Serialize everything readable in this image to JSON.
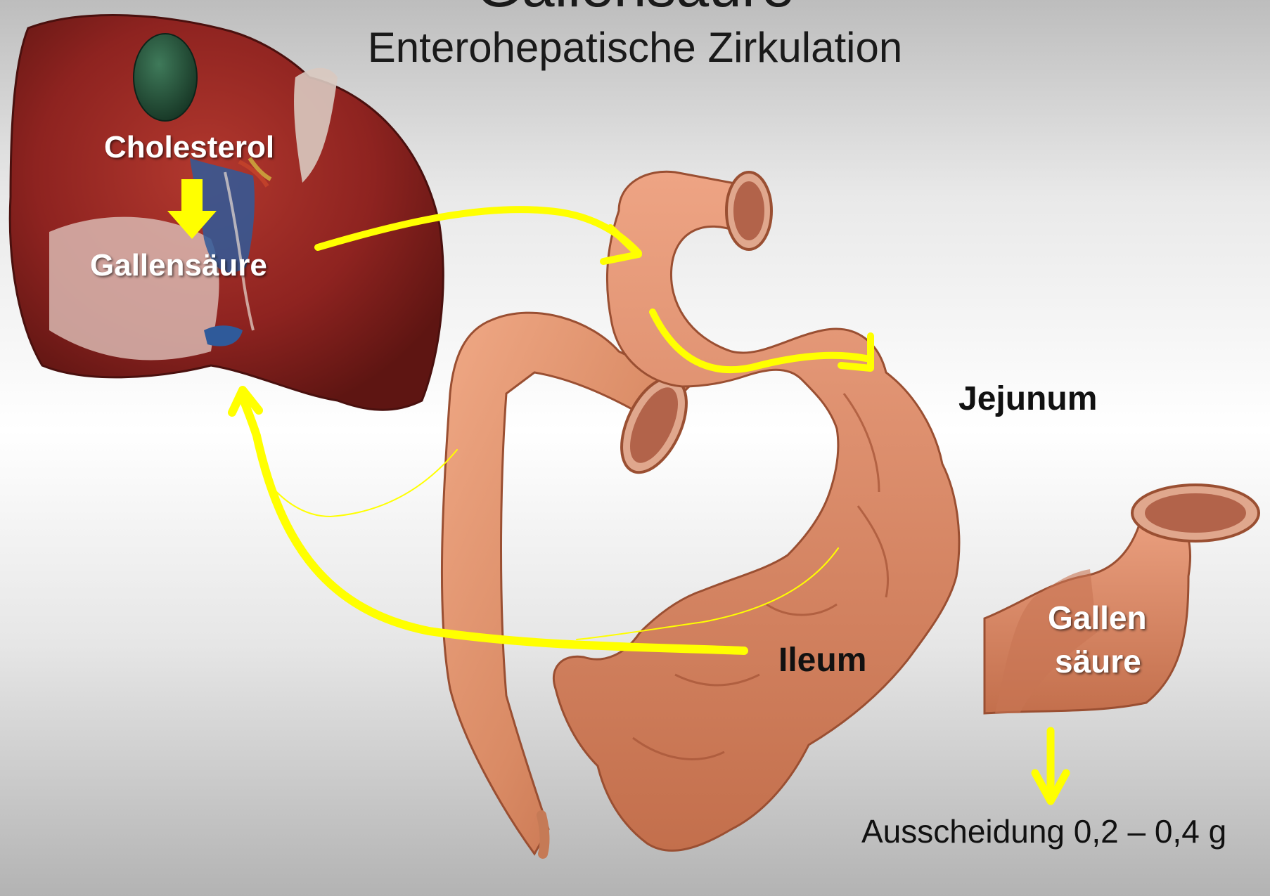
{
  "title": "Gallensäure",
  "subtitle": "Enterohepatische Zirkulation",
  "labels": {
    "cholesterol": "Cholesterol",
    "gallensaeure": "Gallensäure",
    "jejunum": "Jejunum",
    "ileum": "Ileum",
    "gallen_line1": "Gallen",
    "gallen_line2": "säure",
    "ausscheidung": "Ausscheidung 0,2 – 0,4 g"
  },
  "colors": {
    "arrow": "#ffff00",
    "liver": "#8e2320",
    "gallbladder": "#1f4a33",
    "intestine": "#d98a64"
  }
}
